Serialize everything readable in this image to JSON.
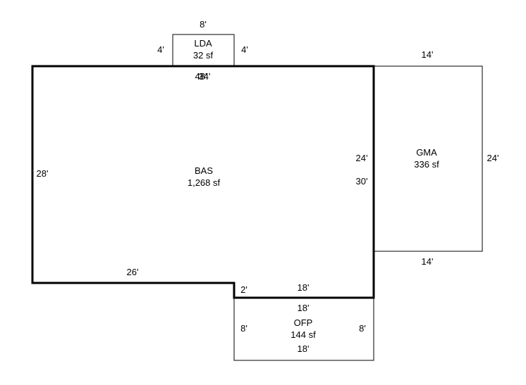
{
  "areas": {
    "bas": {
      "code": "BAS",
      "area": "1,268 sf"
    },
    "gma": {
      "code": "GMA",
      "area": "336 sf"
    },
    "lda": {
      "code": "LDA",
      "area": "32 sf"
    },
    "ofp": {
      "code": "OFP",
      "area": "144 sf"
    }
  },
  "dimensions": {
    "lda_top": "8'",
    "lda_left": "4'",
    "lda_right": "4'",
    "bas_top_a": "48'",
    "bas_top_b": "34'",
    "bas_left": "28'",
    "bas_bottom": "26'",
    "bas_notch": "2'",
    "bas_bottom_right": "18'",
    "bas_right_upper": "24'",
    "bas_right_lower": "30'",
    "gma_top": "14'",
    "gma_right": "24'",
    "gma_bottom": "14'",
    "ofp_top": "18'",
    "ofp_left": "8'",
    "ofp_right": "8'",
    "ofp_bottom": "18'"
  }
}
